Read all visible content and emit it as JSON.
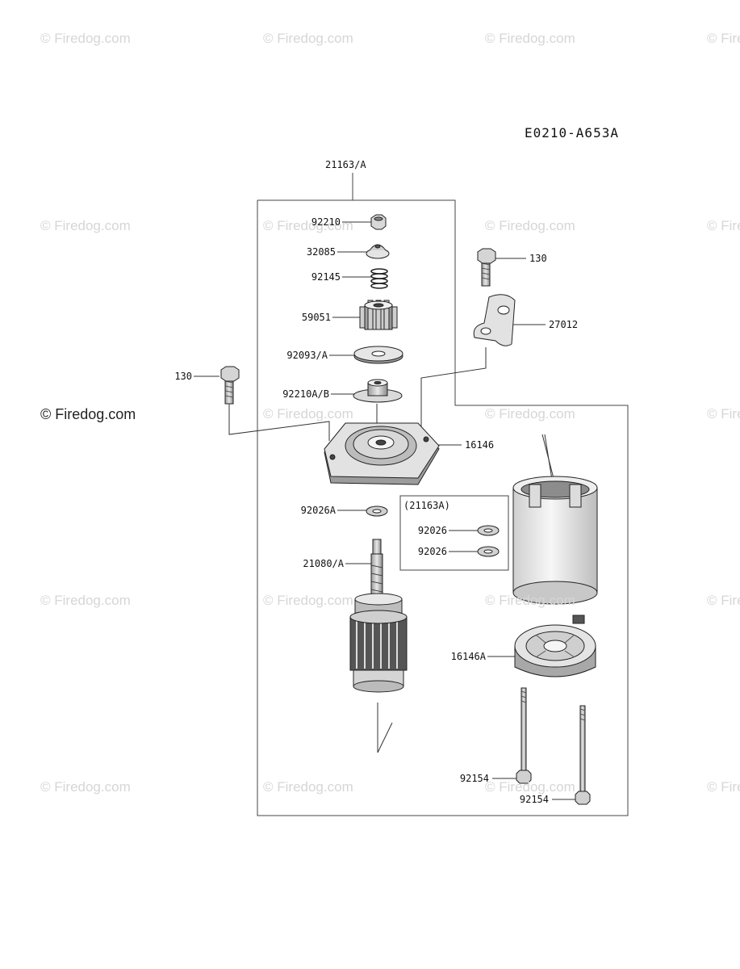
{
  "diagram": {
    "code": "E0210-A653A",
    "watermark": "© Firedog.com",
    "labels": {
      "assembly": "21163/A",
      "nut": "92210",
      "cap": "32085",
      "spring": "92145",
      "pinion": "59051",
      "washer_a": "92093/A",
      "collar": "92210A/B",
      "bolt_right": "130",
      "bracket": "27012",
      "bolt_left": "130",
      "front_cover": "16146",
      "washer_shaft": "92026A",
      "kit": "(21163A)",
      "kit_washer_1": "92026",
      "kit_washer_2": "92026",
      "armature": "21080/A",
      "rear_cover": "16146A",
      "through_bolt_1": "92154",
      "through_bolt_2": "92154"
    }
  }
}
